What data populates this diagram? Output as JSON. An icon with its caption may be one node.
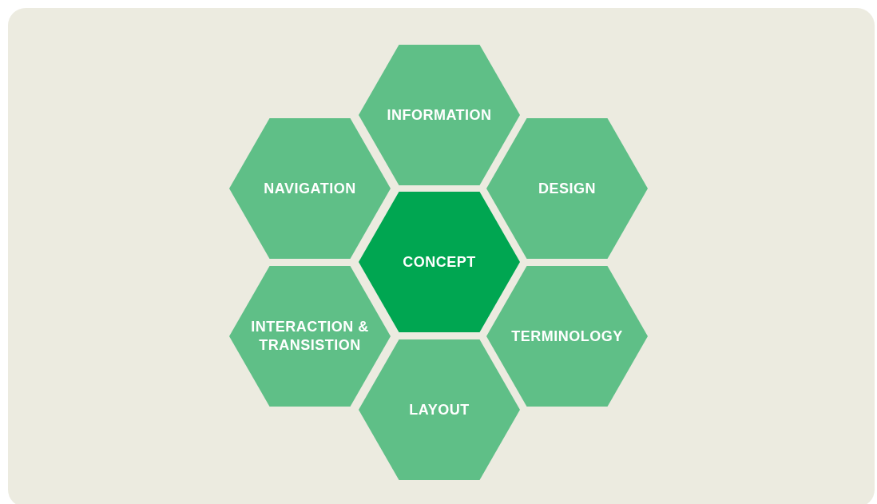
{
  "diagram": {
    "nodes": [
      {
        "text": [
          "INFORMATION"
        ]
      },
      {
        "text": [
          "NAVIGATION"
        ]
      },
      {
        "text": [
          "DESIGN"
        ]
      },
      {
        "text": [
          "CONCEPT"
        ]
      },
      {
        "text": [
          "INTERACTION & TRANSISTION"
        ]
      },
      {
        "text": [
          "TERMINOLOGY"
        ]
      },
      {
        "text": [
          "LAYOUT"
        ]
      }
    ]
  }
}
